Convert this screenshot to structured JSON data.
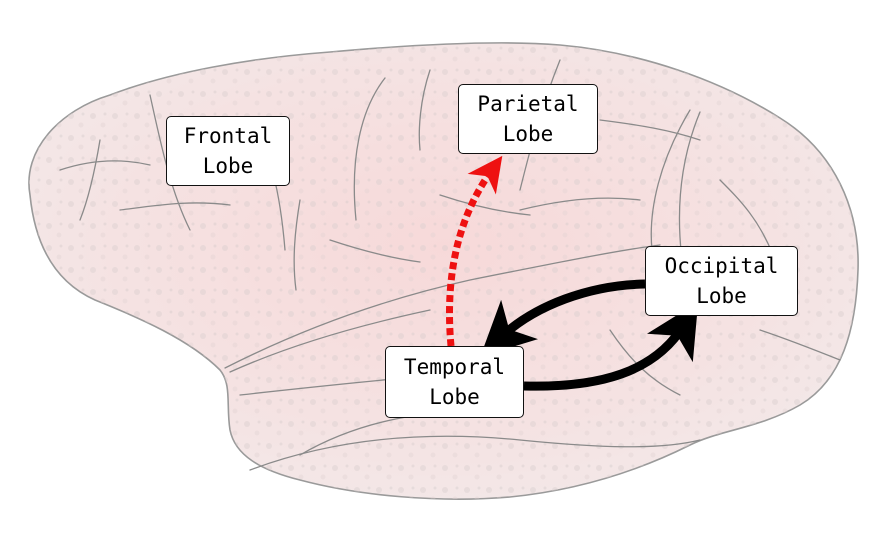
{
  "lobes": {
    "frontal": {
      "line1": "Frontal",
      "line2": "Lobe"
    },
    "parietal": {
      "line1": "Parietal",
      "line2": "Lobe"
    },
    "occipital": {
      "line1": "Occipital",
      "line2": "Lobe"
    },
    "temporal": {
      "line1": "Temporal",
      "line2": "Lobe"
    }
  },
  "colors": {
    "brain_fill": "#f6e3e3",
    "brain_outline": "#9a9a9a",
    "arrow_black": "#000000",
    "arrow_red": "#ee1111"
  }
}
